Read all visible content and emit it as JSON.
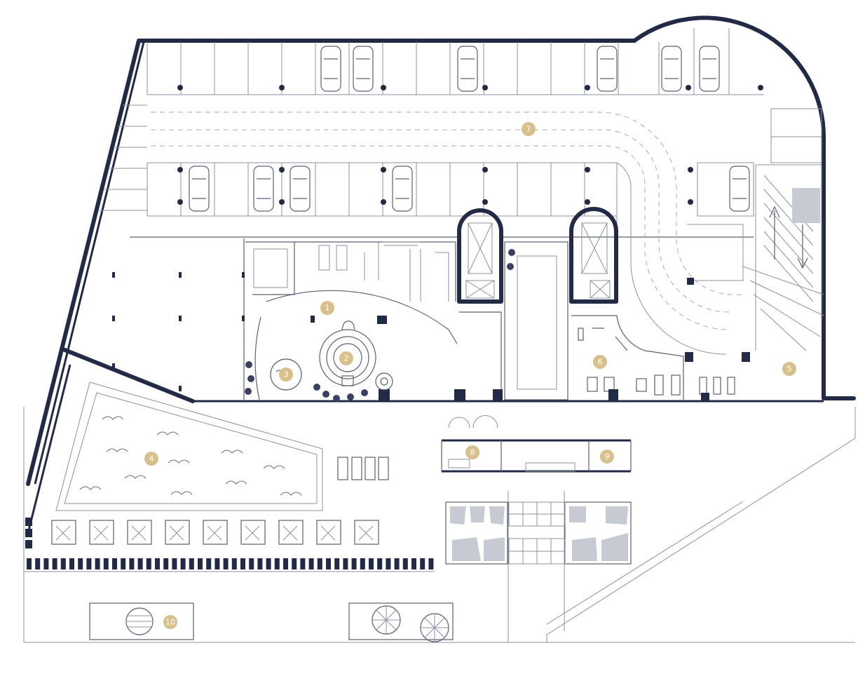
{
  "colors": {
    "wall": "#232a45",
    "line": "#8c90a0",
    "marker": "#d8c08c",
    "marker_text": "#ffffff",
    "background": "#ffffff"
  },
  "zones": [
    {
      "id": "1",
      "label": "1"
    },
    {
      "id": "2",
      "label": "2"
    },
    {
      "id": "3",
      "label": "3"
    },
    {
      "id": "4",
      "label": "4"
    },
    {
      "id": "5",
      "label": "5"
    },
    {
      "id": "6",
      "label": "6"
    },
    {
      "id": "7",
      "label": "7"
    },
    {
      "id": "8",
      "label": "8"
    },
    {
      "id": "9",
      "label": "9"
    },
    {
      "id": "10",
      "label": "10"
    }
  ],
  "icons": {
    "car": "car-icon",
    "column": "column-icon",
    "plant": "plant-icon",
    "sunbed": "sunbed-icon",
    "umbrella": "umbrella-icon",
    "gym": "gym-equipment-icon"
  }
}
